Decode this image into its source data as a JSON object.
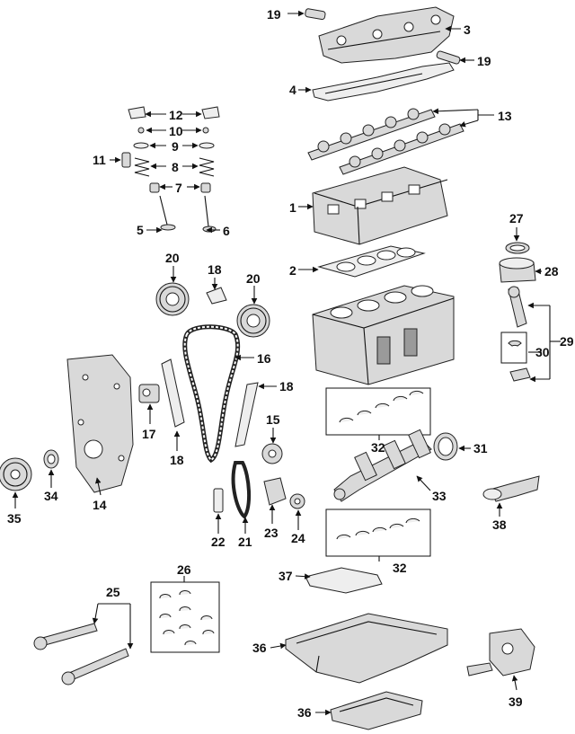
{
  "callouts": {
    "c1": "1",
    "c2": "2",
    "c3": "3",
    "c4": "4",
    "c5": "5",
    "c6": "6",
    "c7": "7",
    "c8": "8",
    "c9": "9",
    "c10": "10",
    "c11": "11",
    "c12": "12",
    "c13": "13",
    "c14": "14",
    "c15": "15",
    "c16": "16",
    "c17": "17",
    "c18a": "18",
    "c18b": "18",
    "c18c": "18",
    "c19a": "19",
    "c19b": "19",
    "c20a": "20",
    "c20b": "20",
    "c21": "21",
    "c22": "22",
    "c23": "23",
    "c24": "24",
    "c25": "25",
    "c26": "26",
    "c27": "27",
    "c28": "28",
    "c29": "29",
    "c30": "30",
    "c31": "31",
    "c32a": "32",
    "c32b": "32",
    "c33": "33",
    "c34": "34",
    "c35": "35",
    "c36a": "36",
    "c36b": "36",
    "c37": "37",
    "c38": "38",
    "c39": "39"
  }
}
